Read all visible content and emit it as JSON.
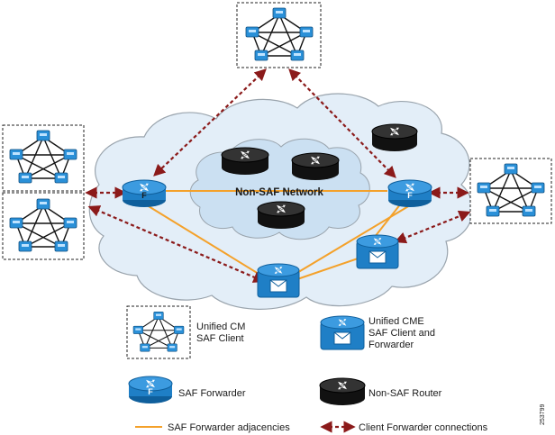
{
  "diagram": {
    "network_label": "Non-SAF Network",
    "figure_id": "253799",
    "colors": {
      "cloud_fill": "#e3eef8",
      "cloud_stroke": "#9aa4ad",
      "saf_blue": "#1f7fc6",
      "black_router": "#111111",
      "adjacency": "#f4a12a",
      "client_connection": "#8b1a1a"
    },
    "legend": {
      "unified_cm": "Unified CM\nSAF Client",
      "unified_cme": "Unified CME\nSAF Client and\nForwarder",
      "saf_forwarder": "SAF Forwarder",
      "non_saf_router": "Non-SAF Router",
      "adjacencies": "SAF Forwarder adjacencies",
      "client_connections": "Client Forwarder connections"
    },
    "icons": {
      "forwarder_badge": "F",
      "cluster": "unified-cm-cluster-icon",
      "cme": "unified-cme-router-icon",
      "router": "router-icon"
    }
  }
}
